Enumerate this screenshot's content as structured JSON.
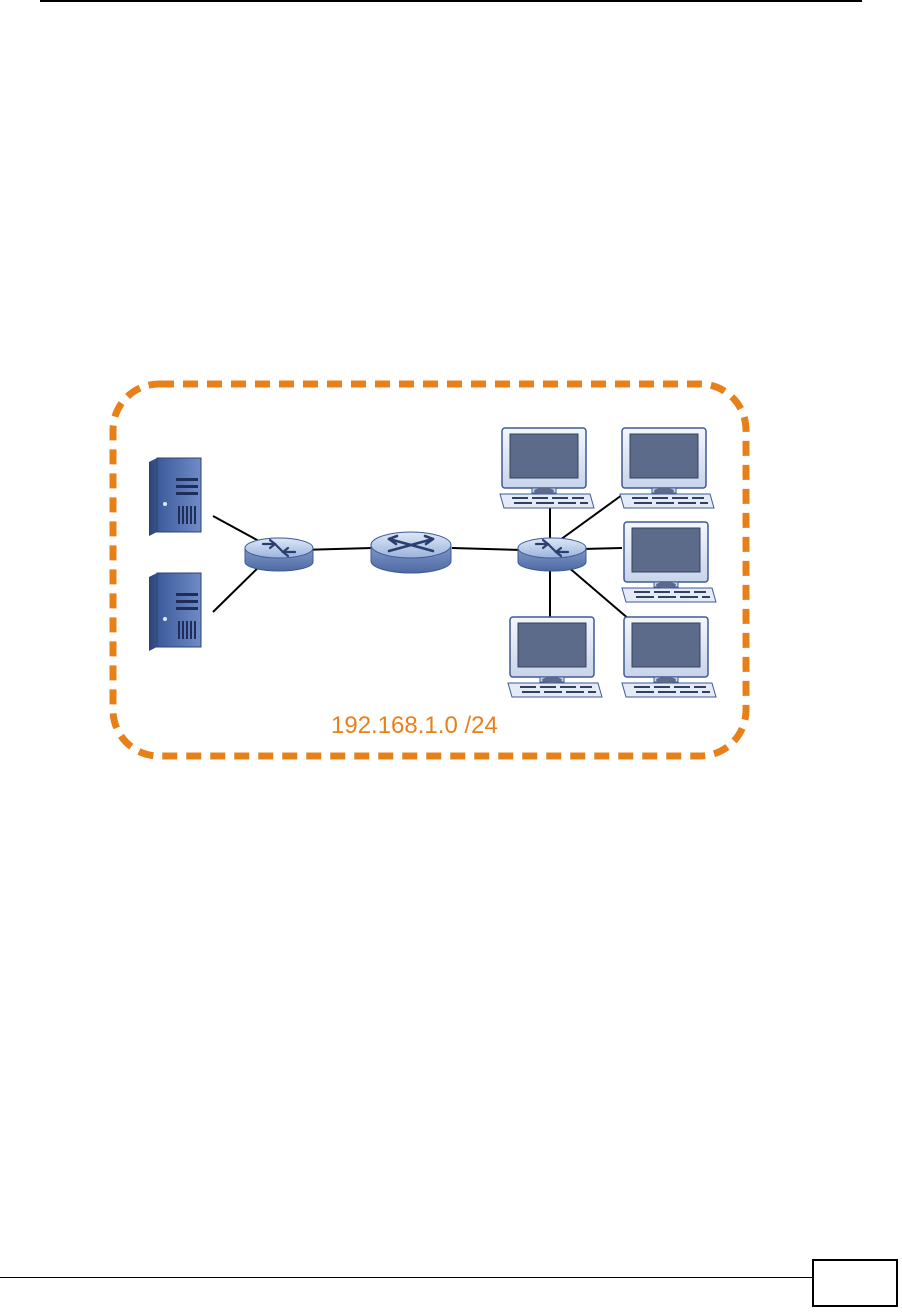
{
  "diagram": {
    "subnet_label": "192.168.1.0 /24",
    "accent_color": "#E8801A",
    "nodes": [
      {
        "id": "server-1",
        "type": "server"
      },
      {
        "id": "server-2",
        "type": "server"
      },
      {
        "id": "switch-left",
        "type": "switch"
      },
      {
        "id": "router-center",
        "type": "router"
      },
      {
        "id": "switch-right",
        "type": "switch"
      },
      {
        "id": "pc-1",
        "type": "computer"
      },
      {
        "id": "pc-2",
        "type": "computer"
      },
      {
        "id": "pc-3",
        "type": "computer"
      },
      {
        "id": "pc-4",
        "type": "computer"
      },
      {
        "id": "pc-5",
        "type": "computer"
      }
    ],
    "links": [
      [
        "server-1",
        "switch-left"
      ],
      [
        "server-2",
        "switch-left"
      ],
      [
        "switch-left",
        "router-center"
      ],
      [
        "router-center",
        "switch-right"
      ],
      [
        "switch-right",
        "pc-1"
      ],
      [
        "switch-right",
        "pc-2"
      ],
      [
        "switch-right",
        "pc-3"
      ],
      [
        "switch-right",
        "pc-4"
      ],
      [
        "switch-right",
        "pc-5"
      ]
    ]
  },
  "footer": {
    "page_number": ""
  }
}
